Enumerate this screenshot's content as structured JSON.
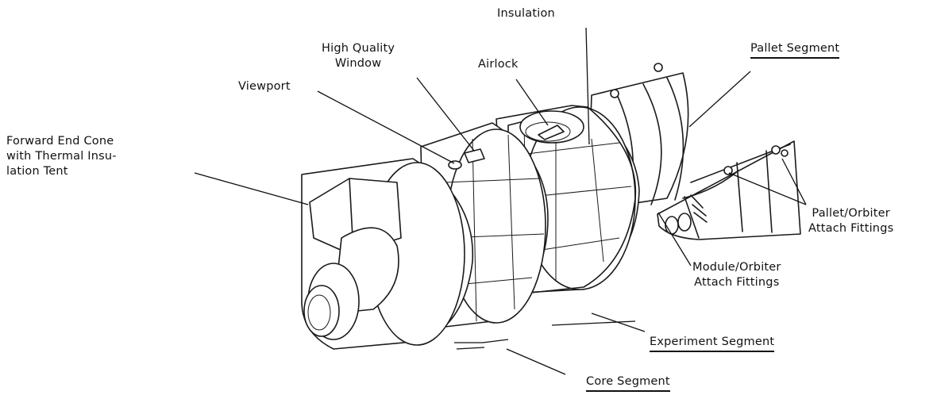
{
  "labels": {
    "insulation": "Insulation",
    "high_quality_window": [
      "High Quality",
      "Window"
    ],
    "airlock": "Airlock",
    "pallet_segment": "Pallet Segment",
    "viewport": "Viewport",
    "forward_end_cone": [
      "Forward End Cone",
      "with Thermal Insu-",
      "lation Tent"
    ],
    "pallet_orbiter_fittings": [
      "Pallet/Orbiter",
      "Attach Fittings"
    ],
    "module_orbiter_fittings": [
      "Module/Orbiter",
      "Attach Fittings"
    ],
    "experiment_segment": "Experiment Segment",
    "core_segment": "Core Segment"
  }
}
